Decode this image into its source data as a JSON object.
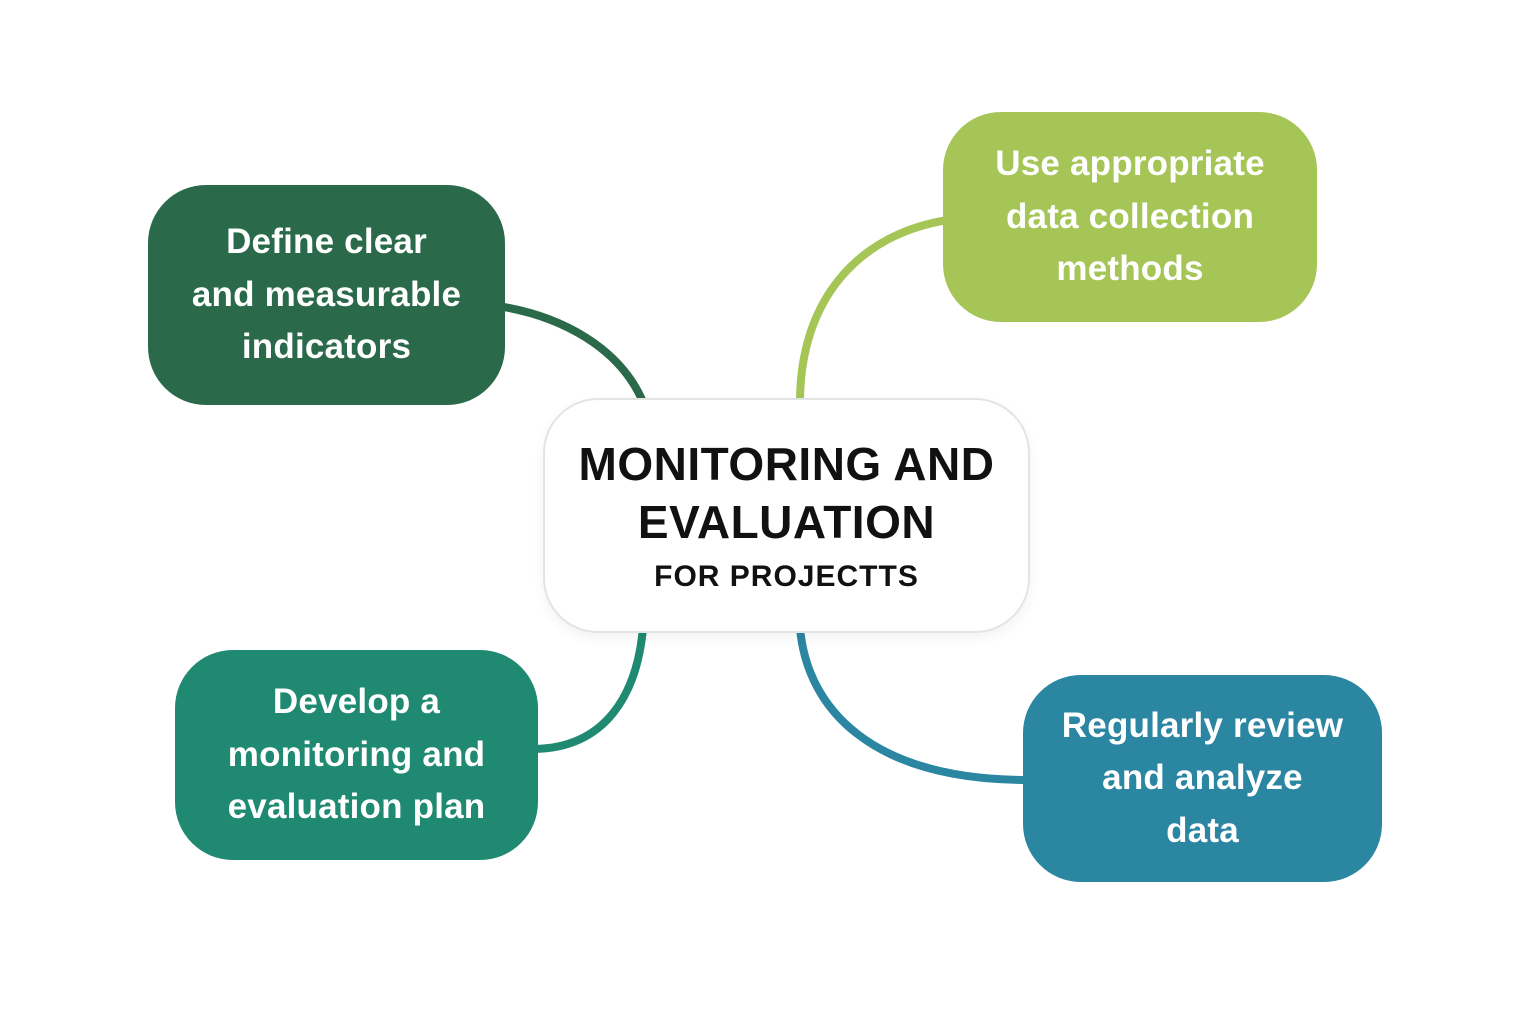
{
  "background_color": "#ffffff",
  "center": {
    "title": "MONITORING AND\nEVALUATION",
    "subtitle": "FOR PROJECTTS",
    "bg_color": "#ffffff",
    "border_color": "#e4e4e4",
    "text_color": "#111111"
  },
  "nodes": [
    {
      "id": "define-indicators",
      "label": "Define clear\nand measurable\nindicators",
      "color": "#2a6a4a",
      "text_color": "#ffffff",
      "position": "top-left"
    },
    {
      "id": "data-collection",
      "label": "Use appropriate\ndata collection\nmethods",
      "color": "#a5c556",
      "text_color": "#ffffff",
      "position": "top-right"
    },
    {
      "id": "monitoring-plan",
      "label": "Develop a\nmonitoring and\nevaluation plan",
      "color": "#1f8a71",
      "text_color": "#ffffff",
      "position": "bottom-left"
    },
    {
      "id": "review-data",
      "label": "Regularly review\nand analyze\ndata",
      "color": "#2b86a2",
      "text_color": "#ffffff",
      "position": "bottom-right"
    }
  ],
  "connectors": [
    {
      "from": "define-indicators",
      "to": "center",
      "color": "#2a6a4a"
    },
    {
      "from": "data-collection",
      "to": "center",
      "color": "#a5c556"
    },
    {
      "from": "monitoring-plan",
      "to": "center",
      "color": "#1f8a71"
    },
    {
      "from": "review-data",
      "to": "center",
      "color": "#2b86a2"
    }
  ]
}
